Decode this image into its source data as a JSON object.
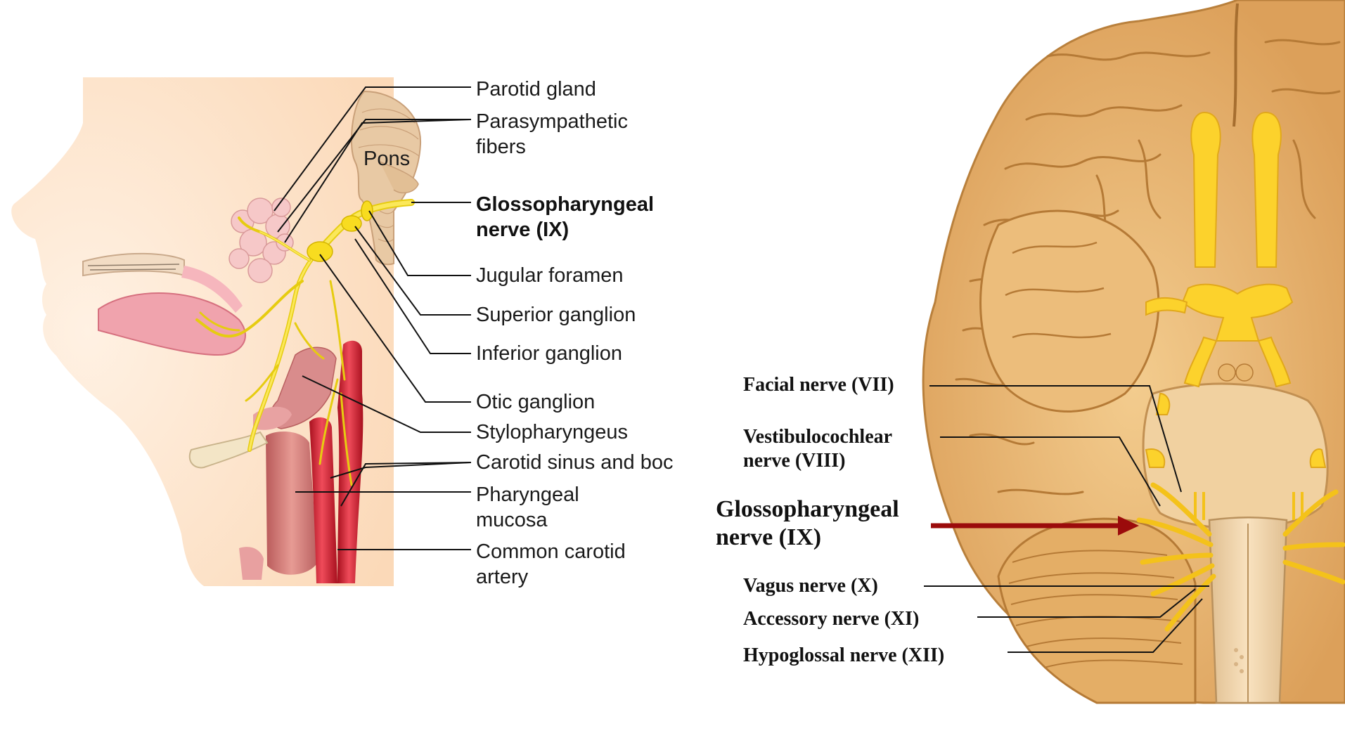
{
  "left_panel": {
    "pons": "Pons",
    "labels": [
      {
        "id": "parotid-gland",
        "text": "Parotid gland"
      },
      {
        "id": "parasympathetic-fibers",
        "text": "Parasympathetic\nfibers"
      },
      {
        "id": "glossopharyngeal-nerve",
        "text": "Glossopharyngeal\nnerve (IX)",
        "bold": true
      },
      {
        "id": "jugular-foramen",
        "text": "Jugular foramen"
      },
      {
        "id": "superior-ganglion",
        "text": "Superior ganglion"
      },
      {
        "id": "inferior-ganglion",
        "text": "Inferior ganglion"
      },
      {
        "id": "otic-ganglion",
        "text": "Otic ganglion"
      },
      {
        "id": "stylopharyngeus",
        "text": "Stylopharyngeus"
      },
      {
        "id": "carotid-sinus",
        "text": "Carotid sinus and boc"
      },
      {
        "id": "pharyngeal-mucosa",
        "text": "Pharyngeal\nmucosa"
      },
      {
        "id": "common-carotid-artery",
        "text": "Common carotid\nartery"
      }
    ]
  },
  "right_panel": {
    "labels": [
      {
        "id": "facial-nerve",
        "text": "Facial nerve (VII)"
      },
      {
        "id": "vestibulocochlear-nerve",
        "text": "Vestibulocochlear\nnerve (VIII)"
      },
      {
        "id": "glossopharyngeal-nerve-ix",
        "text": "Glossopharyngeal\nnerve (IX)",
        "big": true
      },
      {
        "id": "vagus-nerve",
        "text": "Vagus nerve (X)"
      },
      {
        "id": "accessory-nerve",
        "text": "Accessory nerve (XI)"
      },
      {
        "id": "hypoglossal-nerve",
        "text": "Hypoglossal nerve (XII)"
      }
    ]
  },
  "colors": {
    "skin": "#fde3c8",
    "brain": "#e9b56f",
    "brain_dark": "#c9893f",
    "nerve": "#fce11e",
    "artery": "#d8283a",
    "arrow": "#9b0b0b"
  }
}
